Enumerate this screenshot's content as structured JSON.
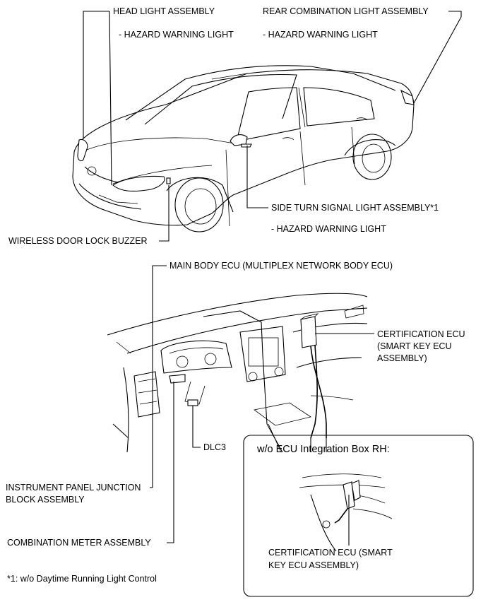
{
  "labels": {
    "head_light": "HEAD LIGHT ASSEMBLY",
    "head_light_sub": "- HAZARD WARNING LIGHT",
    "rear_combination": "REAR COMBINATION LIGHT ASSEMBLY",
    "rear_combination_sub": "- HAZARD WARNING LIGHT",
    "side_turn": "SIDE TURN SIGNAL LIGHT ASSEMBLY*1",
    "side_turn_sub": "- HAZARD WARNING LIGHT",
    "buzzer": "WIRELESS DOOR LOCK BUZZER",
    "main_body_ecu": "MAIN BODY ECU (MULTIPLEX NETWORK BODY ECU)",
    "cert_ecu_line1": "CERTIFICATION ECU",
    "cert_ecu_line2": "(SMART KEY ECU",
    "cert_ecu_line3": "ASSEMBLY)",
    "dlc3": "DLC3",
    "ipjb_line1": "INSTRUMENT PANEL JUNCTION",
    "ipjb_line2": "BLOCK ASSEMBLY",
    "combination_meter": "COMBINATION METER ASSEMBLY",
    "inset_title": "w/o ECU Integration Box RH:",
    "inset_cert_line1": "CERTIFICATION ECU (SMART",
    "inset_cert_line2": "KEY ECU ASSEMBLY)",
    "footnote": "*1: w/o Daytime Running Light Control"
  }
}
